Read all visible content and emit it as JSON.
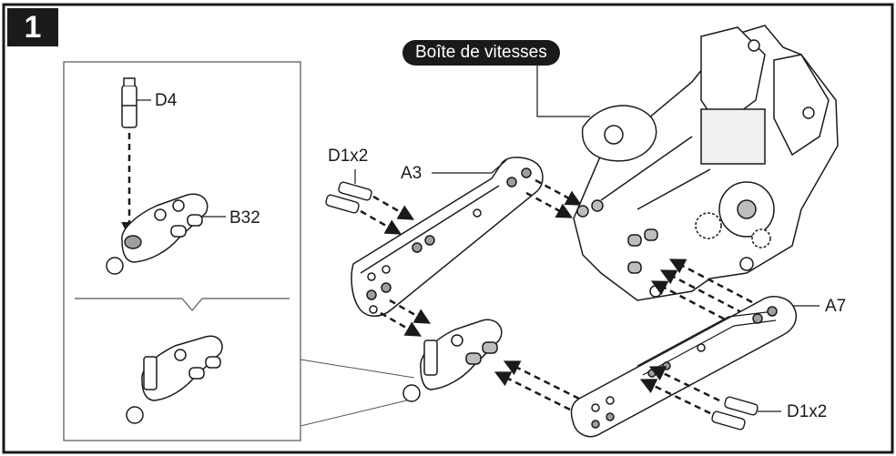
{
  "step": {
    "number": "1"
  },
  "callout": {
    "label": "Boîte de vitesses"
  },
  "parts": {
    "d4": "D4",
    "b32": "B32",
    "d1x2_top": "D1x2",
    "a3": "A3",
    "a7": "A7",
    "d1x2_bottom": "D1x2"
  },
  "colors": {
    "ink": "#1a1a1a",
    "part_fill": "#ffffff",
    "shade": "#bdbdbd",
    "frame": "#1a1a1a"
  }
}
